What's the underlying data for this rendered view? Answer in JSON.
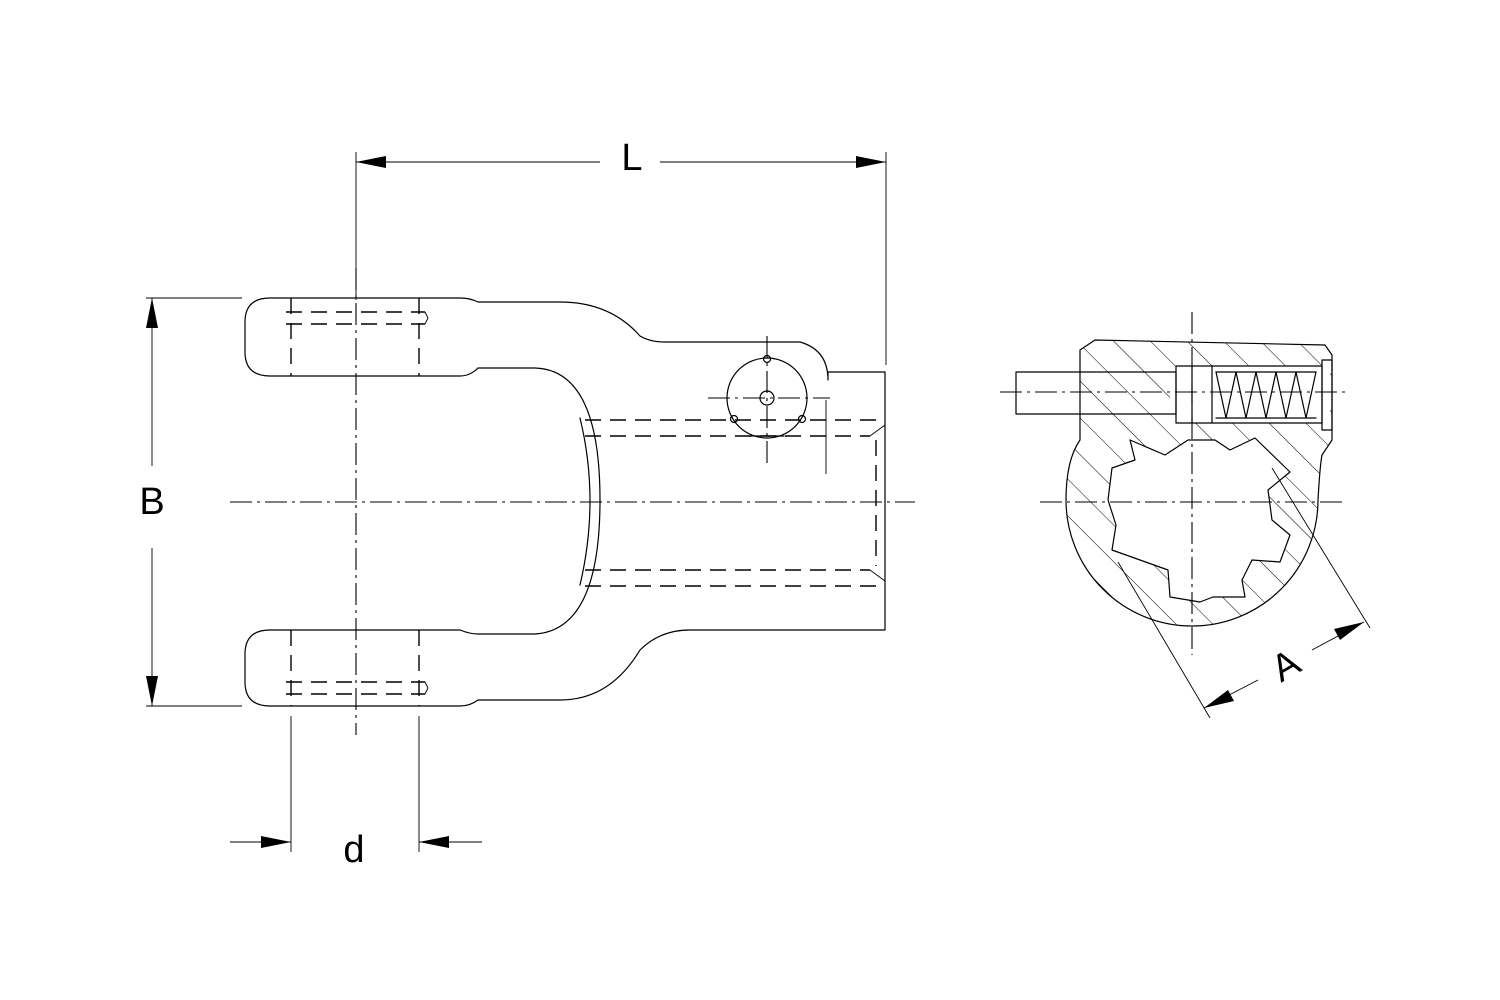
{
  "dimensions": {
    "L": "L",
    "B": "B",
    "d": "d",
    "A": "A"
  },
  "colors": {
    "line": "#000000",
    "background": "#ffffff"
  }
}
